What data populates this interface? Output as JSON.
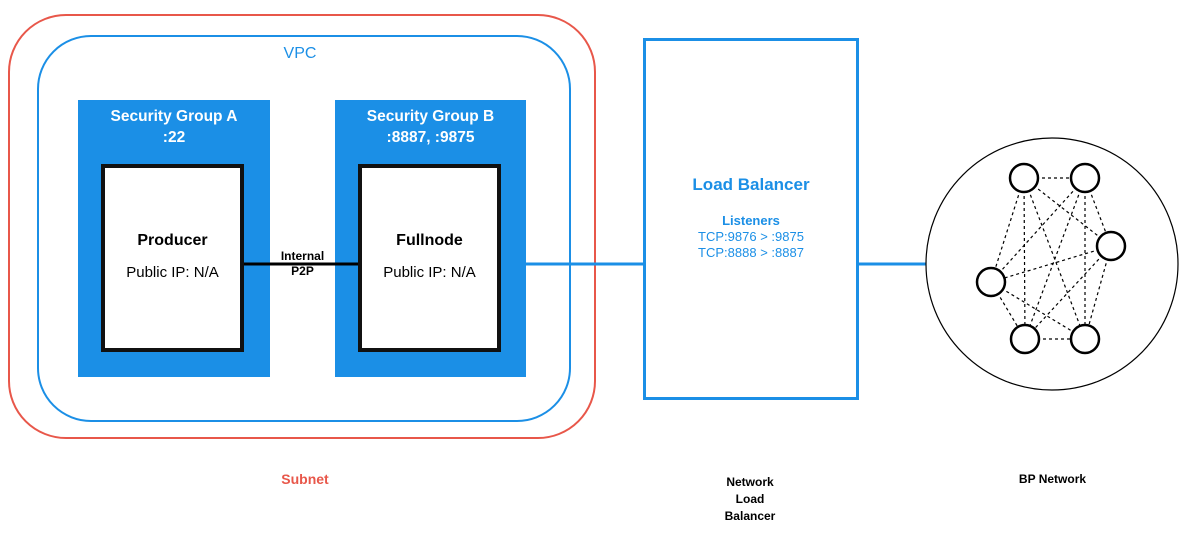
{
  "vpc": {
    "label": "VPC"
  },
  "subnet": {
    "label": "Subnet"
  },
  "security_group_a": {
    "title": "Security Group A",
    "ports": ":22"
  },
  "security_group_b": {
    "title": "Security Group B",
    "ports": ":8887, :9875"
  },
  "producer": {
    "title": "Producer",
    "public_ip": "Public IP: N/A"
  },
  "fullnode": {
    "title": "Fullnode",
    "public_ip": "Public IP: N/A"
  },
  "p2p_link": {
    "line1": "Internal",
    "line2": "P2P"
  },
  "load_balancer": {
    "title": "Load Balancer",
    "listeners_heading": "Listeners",
    "rules": [
      "TCP:9876 > :9875",
      "TCP:8888 > :8887"
    ]
  },
  "nlb_caption": {
    "line1": "Network",
    "line2": "Load",
    "line3": "Balancer"
  },
  "bp_network": {
    "label": "BP Network"
  },
  "colors": {
    "subnet": "#e8574a",
    "vpc": "#1b8fe6",
    "security_group": "#1b8fe6",
    "node_border": "#111111"
  }
}
